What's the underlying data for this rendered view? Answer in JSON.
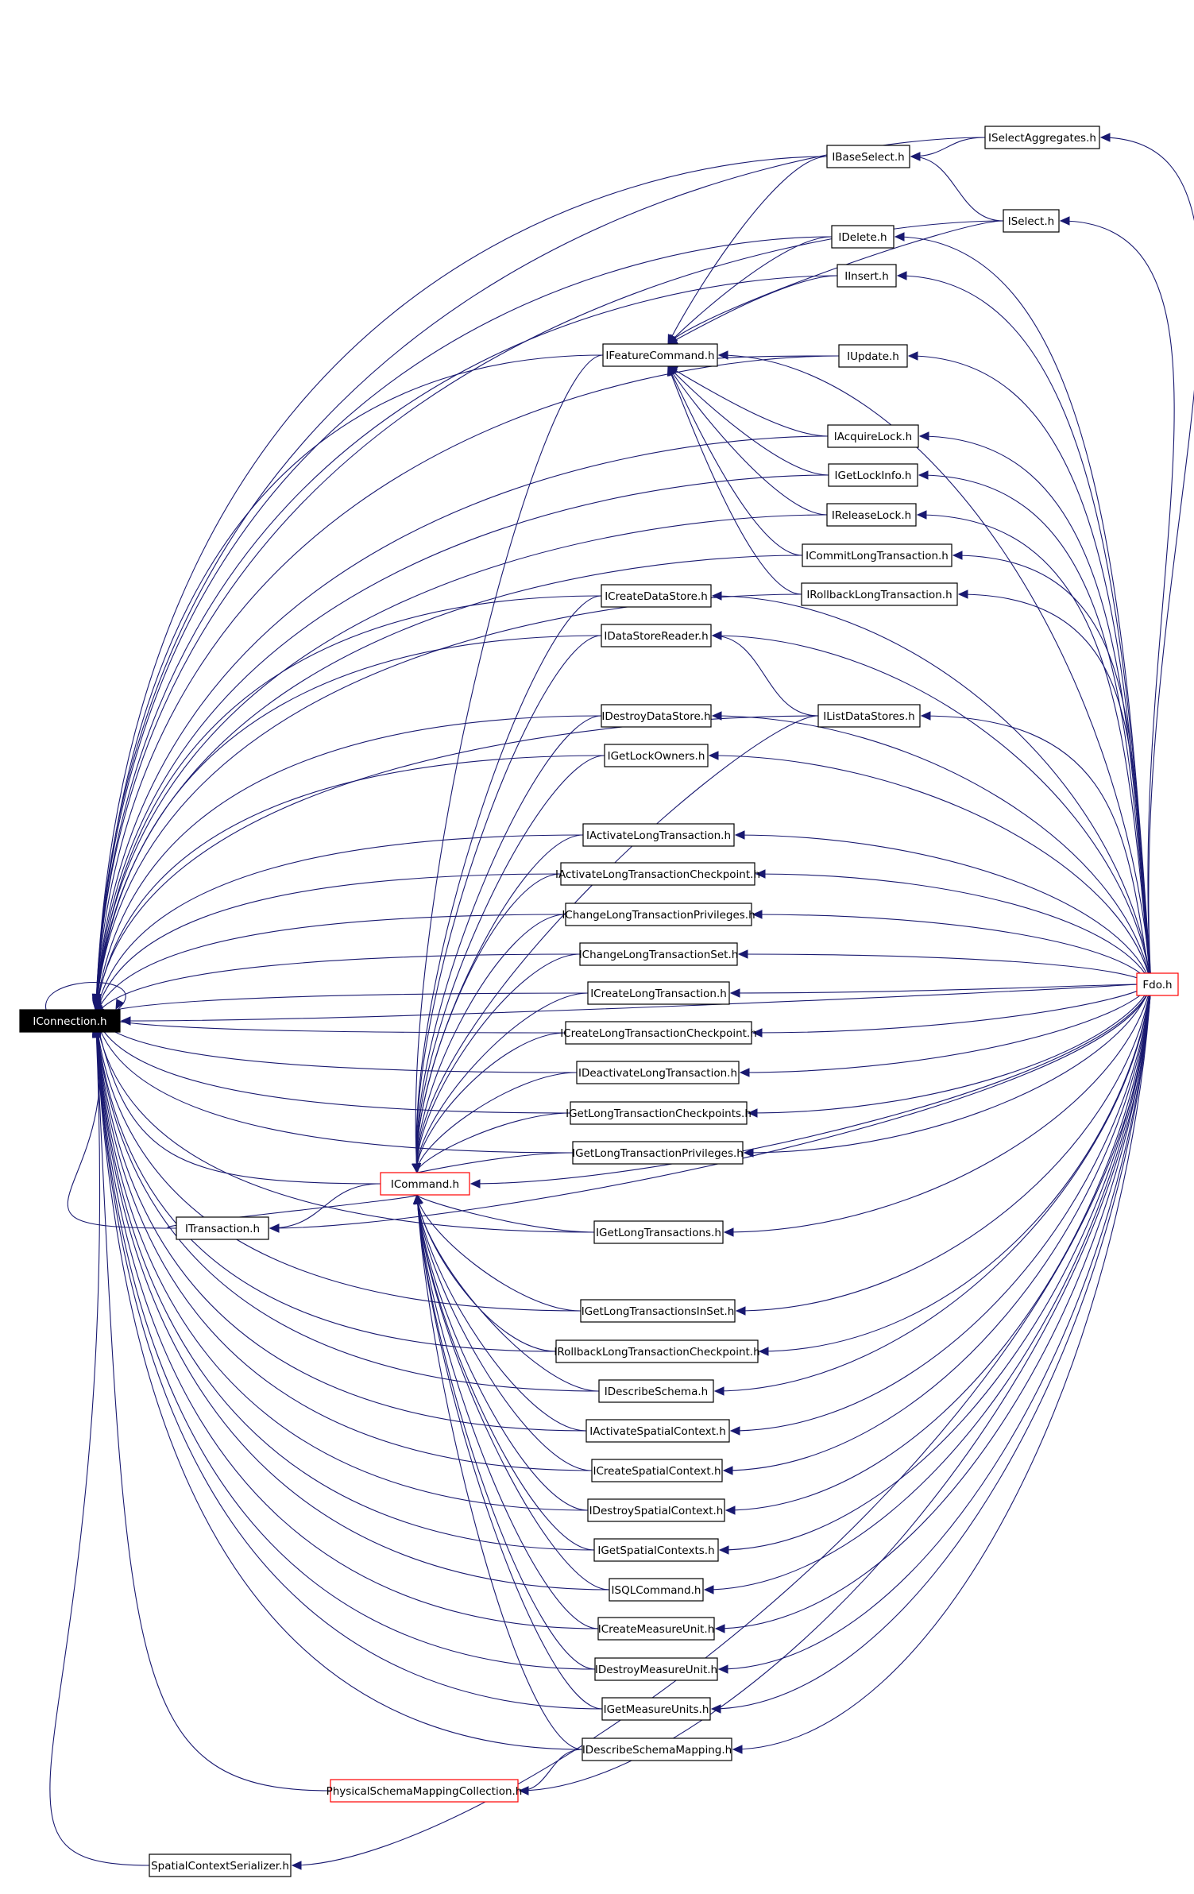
{
  "colors": {
    "edge": "#191970",
    "node_border": "#000000",
    "highlight_border": "#ff0000",
    "root_fill": "#000000",
    "root_text": "#ffffff"
  },
  "nodes": [
    {
      "id": "iconnection",
      "label": "IConnection.h",
      "style": "root"
    },
    {
      "id": "fdo",
      "label": "Fdo.h",
      "style": "red"
    },
    {
      "id": "icommand",
      "label": "ICommand.h",
      "style": "red"
    },
    {
      "id": "itransaction",
      "label": "ITransaction.h",
      "style": "normal"
    },
    {
      "id": "physicalschemamappingcollection",
      "label": "PhysicalSchemaMappingCollection.h",
      "style": "red"
    },
    {
      "id": "spatialcontextserializer",
      "label": "SpatialContextSerializer.h",
      "style": "normal"
    },
    {
      "id": "ifeaturecommand",
      "label": "IFeatureCommand.h",
      "style": "normal"
    },
    {
      "id": "iselectaggregates",
      "label": "ISelectAggregates.h",
      "style": "normal"
    },
    {
      "id": "ibaseselect",
      "label": "IBaseSelect.h",
      "style": "normal"
    },
    {
      "id": "iselect",
      "label": "ISelect.h",
      "style": "normal"
    },
    {
      "id": "idelete",
      "label": "IDelete.h",
      "style": "normal"
    },
    {
      "id": "iinsert",
      "label": "IInsert.h",
      "style": "normal"
    },
    {
      "id": "iupdate",
      "label": "IUpdate.h",
      "style": "normal"
    },
    {
      "id": "iacquirelock",
      "label": "IAcquireLock.h",
      "style": "normal"
    },
    {
      "id": "igetlockinfo",
      "label": "IGetLockInfo.h",
      "style": "normal"
    },
    {
      "id": "ireleaselock",
      "label": "IReleaseLock.h",
      "style": "normal"
    },
    {
      "id": "icommitlongtransaction",
      "label": "ICommitLongTransaction.h",
      "style": "normal"
    },
    {
      "id": "irollbacklongtransaction",
      "label": "IRollbackLongTransaction.h",
      "style": "normal"
    },
    {
      "id": "icreatedatastore",
      "label": "ICreateDataStore.h",
      "style": "normal"
    },
    {
      "id": "idatastorereader",
      "label": "IDataStoreReader.h",
      "style": "normal"
    },
    {
      "id": "ilistdatastores",
      "label": "IListDataStores.h",
      "style": "normal"
    },
    {
      "id": "idestroydatastore",
      "label": "IDestroyDataStore.h",
      "style": "normal"
    },
    {
      "id": "igetlockowners",
      "label": "IGetLockOwners.h",
      "style": "normal"
    },
    {
      "id": "iactivatelongtransaction",
      "label": "IActivateLongTransaction.h",
      "style": "normal"
    },
    {
      "id": "iactivatelongtransactioncheckpoint",
      "label": "IActivateLongTransactionCheckpoint.h",
      "style": "normal"
    },
    {
      "id": "ichangelongtransactionprivileges",
      "label": "IChangeLongTransactionPrivileges.h",
      "style": "normal"
    },
    {
      "id": "ichangelongtransactionset",
      "label": "IChangeLongTransactionSet.h",
      "style": "normal"
    },
    {
      "id": "icreatelongtransaction",
      "label": "ICreateLongTransaction.h",
      "style": "normal"
    },
    {
      "id": "icreatelongtransactioncheckpoint",
      "label": "ICreateLongTransactionCheckpoint.h",
      "style": "normal"
    },
    {
      "id": "ideactivatelongtransaction",
      "label": "IDeactivateLongTransaction.h",
      "style": "normal"
    },
    {
      "id": "igetlongtransactioncheckpoints",
      "label": "IGetLongTransactionCheckpoints.h",
      "style": "normal"
    },
    {
      "id": "igetlongtransactionprivileges",
      "label": "IGetLongTransactionPrivileges.h",
      "style": "normal"
    },
    {
      "id": "igetlongtransactions",
      "label": "IGetLongTransactions.h",
      "style": "normal"
    },
    {
      "id": "igetlongtransactionsinset",
      "label": "IGetLongTransactionsInSet.h",
      "style": "normal"
    },
    {
      "id": "irollbacklongtransactioncheckpoint",
      "label": "IRollbackLongTransactionCheckpoint.h",
      "style": "normal"
    },
    {
      "id": "idescribeschema",
      "label": "IDescribeSchema.h",
      "style": "normal"
    },
    {
      "id": "iactivatespatialcontext",
      "label": "IActivateSpatialContext.h",
      "style": "normal"
    },
    {
      "id": "icreatespatialcontext",
      "label": "ICreateSpatialContext.h",
      "style": "normal"
    },
    {
      "id": "idestroyspatialcontext",
      "label": "IDestroySpatialContext.h",
      "style": "normal"
    },
    {
      "id": "igetspatialcontexts",
      "label": "IGetSpatialContexts.h",
      "style": "normal"
    },
    {
      "id": "isqlcommand",
      "label": "ISQLCommand.h",
      "style": "normal"
    },
    {
      "id": "icreatemeasureunit",
      "label": "ICreateMeasureUnit.h",
      "style": "normal"
    },
    {
      "id": "idestroymeasureunit",
      "label": "IDestroyMeasureUnit.h",
      "style": "normal"
    },
    {
      "id": "igetmeasureunits",
      "label": "IGetMeasureUnits.h",
      "style": "normal"
    },
    {
      "id": "idescribeschemamapping",
      "label": "IDescribeSchemaMapping.h",
      "style": "normal"
    }
  ],
  "edges": [
    [
      "iselectaggregates",
      "ibaseselect"
    ],
    [
      "iselect",
      "ibaseselect"
    ],
    [
      "fdo",
      "iselectaggregates"
    ],
    [
      "fdo",
      "iselect"
    ],
    [
      "ibaseselect",
      "ifeaturecommand"
    ],
    [
      "idelete",
      "ifeaturecommand"
    ],
    [
      "iinsert",
      "ifeaturecommand"
    ],
    [
      "iupdate",
      "ifeaturecommand"
    ],
    [
      "iselect",
      "ifeaturecommand"
    ],
    [
      "iacquirelock",
      "ifeaturecommand"
    ],
    [
      "igetlockinfo",
      "ifeaturecommand"
    ],
    [
      "ireleaselock",
      "ifeaturecommand"
    ],
    [
      "icommitlongtransaction",
      "ifeaturecommand"
    ],
    [
      "irollbacklongtransaction",
      "ifeaturecommand"
    ],
    [
      "fdo",
      "ifeaturecommand"
    ],
    [
      "fdo",
      "idelete"
    ],
    [
      "fdo",
      "iinsert"
    ],
    [
      "fdo",
      "iupdate"
    ],
    [
      "fdo",
      "iacquirelock"
    ],
    [
      "fdo",
      "igetlockinfo"
    ],
    [
      "fdo",
      "ireleaselock"
    ],
    [
      "fdo",
      "icommitlongtransaction"
    ],
    [
      "fdo",
      "irollbacklongtransaction"
    ],
    [
      "fdo",
      "icreatedatastore"
    ],
    [
      "fdo",
      "idatastorereader"
    ],
    [
      "fdo",
      "ilistdatastores"
    ],
    [
      "ilistdatastores",
      "idatastorereader"
    ],
    [
      "fdo",
      "idestroydatastore"
    ],
    [
      "fdo",
      "igetlockowners"
    ],
    [
      "fdo",
      "iactivatelongtransaction"
    ],
    [
      "fdo",
      "iactivatelongtransactioncheckpoint"
    ],
    [
      "fdo",
      "ichangelongtransactionprivileges"
    ],
    [
      "fdo",
      "ichangelongtransactionset"
    ],
    [
      "fdo",
      "icreatelongtransaction"
    ],
    [
      "fdo",
      "icreatelongtransactioncheckpoint"
    ],
    [
      "fdo",
      "ideactivatelongtransaction"
    ],
    [
      "fdo",
      "igetlongtransactioncheckpoints"
    ],
    [
      "fdo",
      "igetlongtransactionprivileges"
    ],
    [
      "fdo",
      "icommand"
    ],
    [
      "fdo",
      "itransaction"
    ],
    [
      "fdo",
      "igetlongtransactions"
    ],
    [
      "fdo",
      "igetlongtransactionsinset"
    ],
    [
      "fdo",
      "irollbacklongtransactioncheckpoint"
    ],
    [
      "fdo",
      "idescribeschema"
    ],
    [
      "fdo",
      "iactivatespatialcontext"
    ],
    [
      "fdo",
      "icreatespatialcontext"
    ],
    [
      "fdo",
      "idestroyspatialcontext"
    ],
    [
      "fdo",
      "igetspatialcontexts"
    ],
    [
      "fdo",
      "isqlcommand"
    ],
    [
      "fdo",
      "icreatemeasureunit"
    ],
    [
      "fdo",
      "idestroymeasureunit"
    ],
    [
      "fdo",
      "igetmeasureunits"
    ],
    [
      "fdo",
      "idescribeschemamapping"
    ],
    [
      "fdo",
      "physicalschemamappingcollection"
    ],
    [
      "fdo",
      "spatialcontextserializer"
    ],
    [
      "fdo",
      "iconnection"
    ],
    [
      "idescribeschemamapping",
      "physicalschemamappingcollection"
    ],
    [
      "itransaction",
      "icommand"
    ],
    [
      "icommand",
      "itransaction"
    ],
    [
      "ifeaturecommand",
      "icommand"
    ],
    [
      "icreatedatastore",
      "icommand"
    ],
    [
      "idatastorereader",
      "icommand"
    ],
    [
      "ilistdatastores",
      "icommand"
    ],
    [
      "idestroydatastore",
      "icommand"
    ],
    [
      "igetlockowners",
      "icommand"
    ],
    [
      "iactivatelongtransaction",
      "icommand"
    ],
    [
      "iactivatelongtransactioncheckpoint",
      "icommand"
    ],
    [
      "ichangelongtransactionprivileges",
      "icommand"
    ],
    [
      "ichangelongtransactionset",
      "icommand"
    ],
    [
      "icreatelongtransaction",
      "icommand"
    ],
    [
      "icreatelongtransactioncheckpoint",
      "icommand"
    ],
    [
      "ideactivatelongtransaction",
      "icommand"
    ],
    [
      "igetlongtransactioncheckpoints",
      "icommand"
    ],
    [
      "igetlongtransactionprivileges",
      "icommand"
    ],
    [
      "igetlongtransactions",
      "icommand"
    ],
    [
      "igetlongtransactionsinset",
      "icommand"
    ],
    [
      "irollbacklongtransactioncheckpoint",
      "icommand"
    ],
    [
      "idescribeschema",
      "icommand"
    ],
    [
      "iactivatespatialcontext",
      "icommand"
    ],
    [
      "icreatespatialcontext",
      "icommand"
    ],
    [
      "idestroyspatialcontext",
      "icommand"
    ],
    [
      "igetspatialcontexts",
      "icommand"
    ],
    [
      "isqlcommand",
      "icommand"
    ],
    [
      "icreatemeasureunit",
      "icommand"
    ],
    [
      "idestroymeasureunit",
      "icommand"
    ],
    [
      "igetmeasureunits",
      "icommand"
    ],
    [
      "idescribeschemamapping",
      "icommand"
    ],
    [
      "icommand",
      "iconnection"
    ],
    [
      "itransaction",
      "iconnection"
    ],
    [
      "ifeaturecommand",
      "iconnection"
    ],
    [
      "iselectaggregates",
      "iconnection"
    ],
    [
      "ibaseselect",
      "iconnection"
    ],
    [
      "iselect",
      "iconnection"
    ],
    [
      "idelete",
      "iconnection"
    ],
    [
      "iinsert",
      "iconnection"
    ],
    [
      "iupdate",
      "iconnection"
    ],
    [
      "iacquirelock",
      "iconnection"
    ],
    [
      "igetlockinfo",
      "iconnection"
    ],
    [
      "ireleaselock",
      "iconnection"
    ],
    [
      "icommitlongtransaction",
      "iconnection"
    ],
    [
      "irollbacklongtransaction",
      "iconnection"
    ],
    [
      "icreatedatastore",
      "iconnection"
    ],
    [
      "idatastorereader",
      "iconnection"
    ],
    [
      "ilistdatastores",
      "iconnection"
    ],
    [
      "idestroydatastore",
      "iconnection"
    ],
    [
      "igetlockowners",
      "iconnection"
    ],
    [
      "iactivatelongtransaction",
      "iconnection"
    ],
    [
      "iactivatelongtransactioncheckpoint",
      "iconnection"
    ],
    [
      "ichangelongtransactionprivileges",
      "iconnection"
    ],
    [
      "ichangelongtransactionset",
      "iconnection"
    ],
    [
      "icreatelongtransaction",
      "iconnection"
    ],
    [
      "icreatelongtransactioncheckpoint",
      "iconnection"
    ],
    [
      "ideactivatelongtransaction",
      "iconnection"
    ],
    [
      "igetlongtransactioncheckpoints",
      "iconnection"
    ],
    [
      "igetlongtransactionprivileges",
      "iconnection"
    ],
    [
      "igetlongtransactions",
      "iconnection"
    ],
    [
      "igetlongtransactionsinset",
      "iconnection"
    ],
    [
      "irollbacklongtransactioncheckpoint",
      "iconnection"
    ],
    [
      "idescribeschema",
      "iconnection"
    ],
    [
      "iactivatespatialcontext",
      "iconnection"
    ],
    [
      "icreatespatialcontext",
      "iconnection"
    ],
    [
      "idestroyspatialcontext",
      "iconnection"
    ],
    [
      "igetspatialcontexts",
      "iconnection"
    ],
    [
      "isqlcommand",
      "iconnection"
    ],
    [
      "icreatemeasureunit",
      "iconnection"
    ],
    [
      "idestroymeasureunit",
      "iconnection"
    ],
    [
      "igetmeasureunits",
      "iconnection"
    ],
    [
      "idescribeschemamapping",
      "iconnection"
    ],
    [
      "physicalschemamappingcollection",
      "iconnection"
    ],
    [
      "spatialcontextserializer",
      "iconnection"
    ]
  ]
}
